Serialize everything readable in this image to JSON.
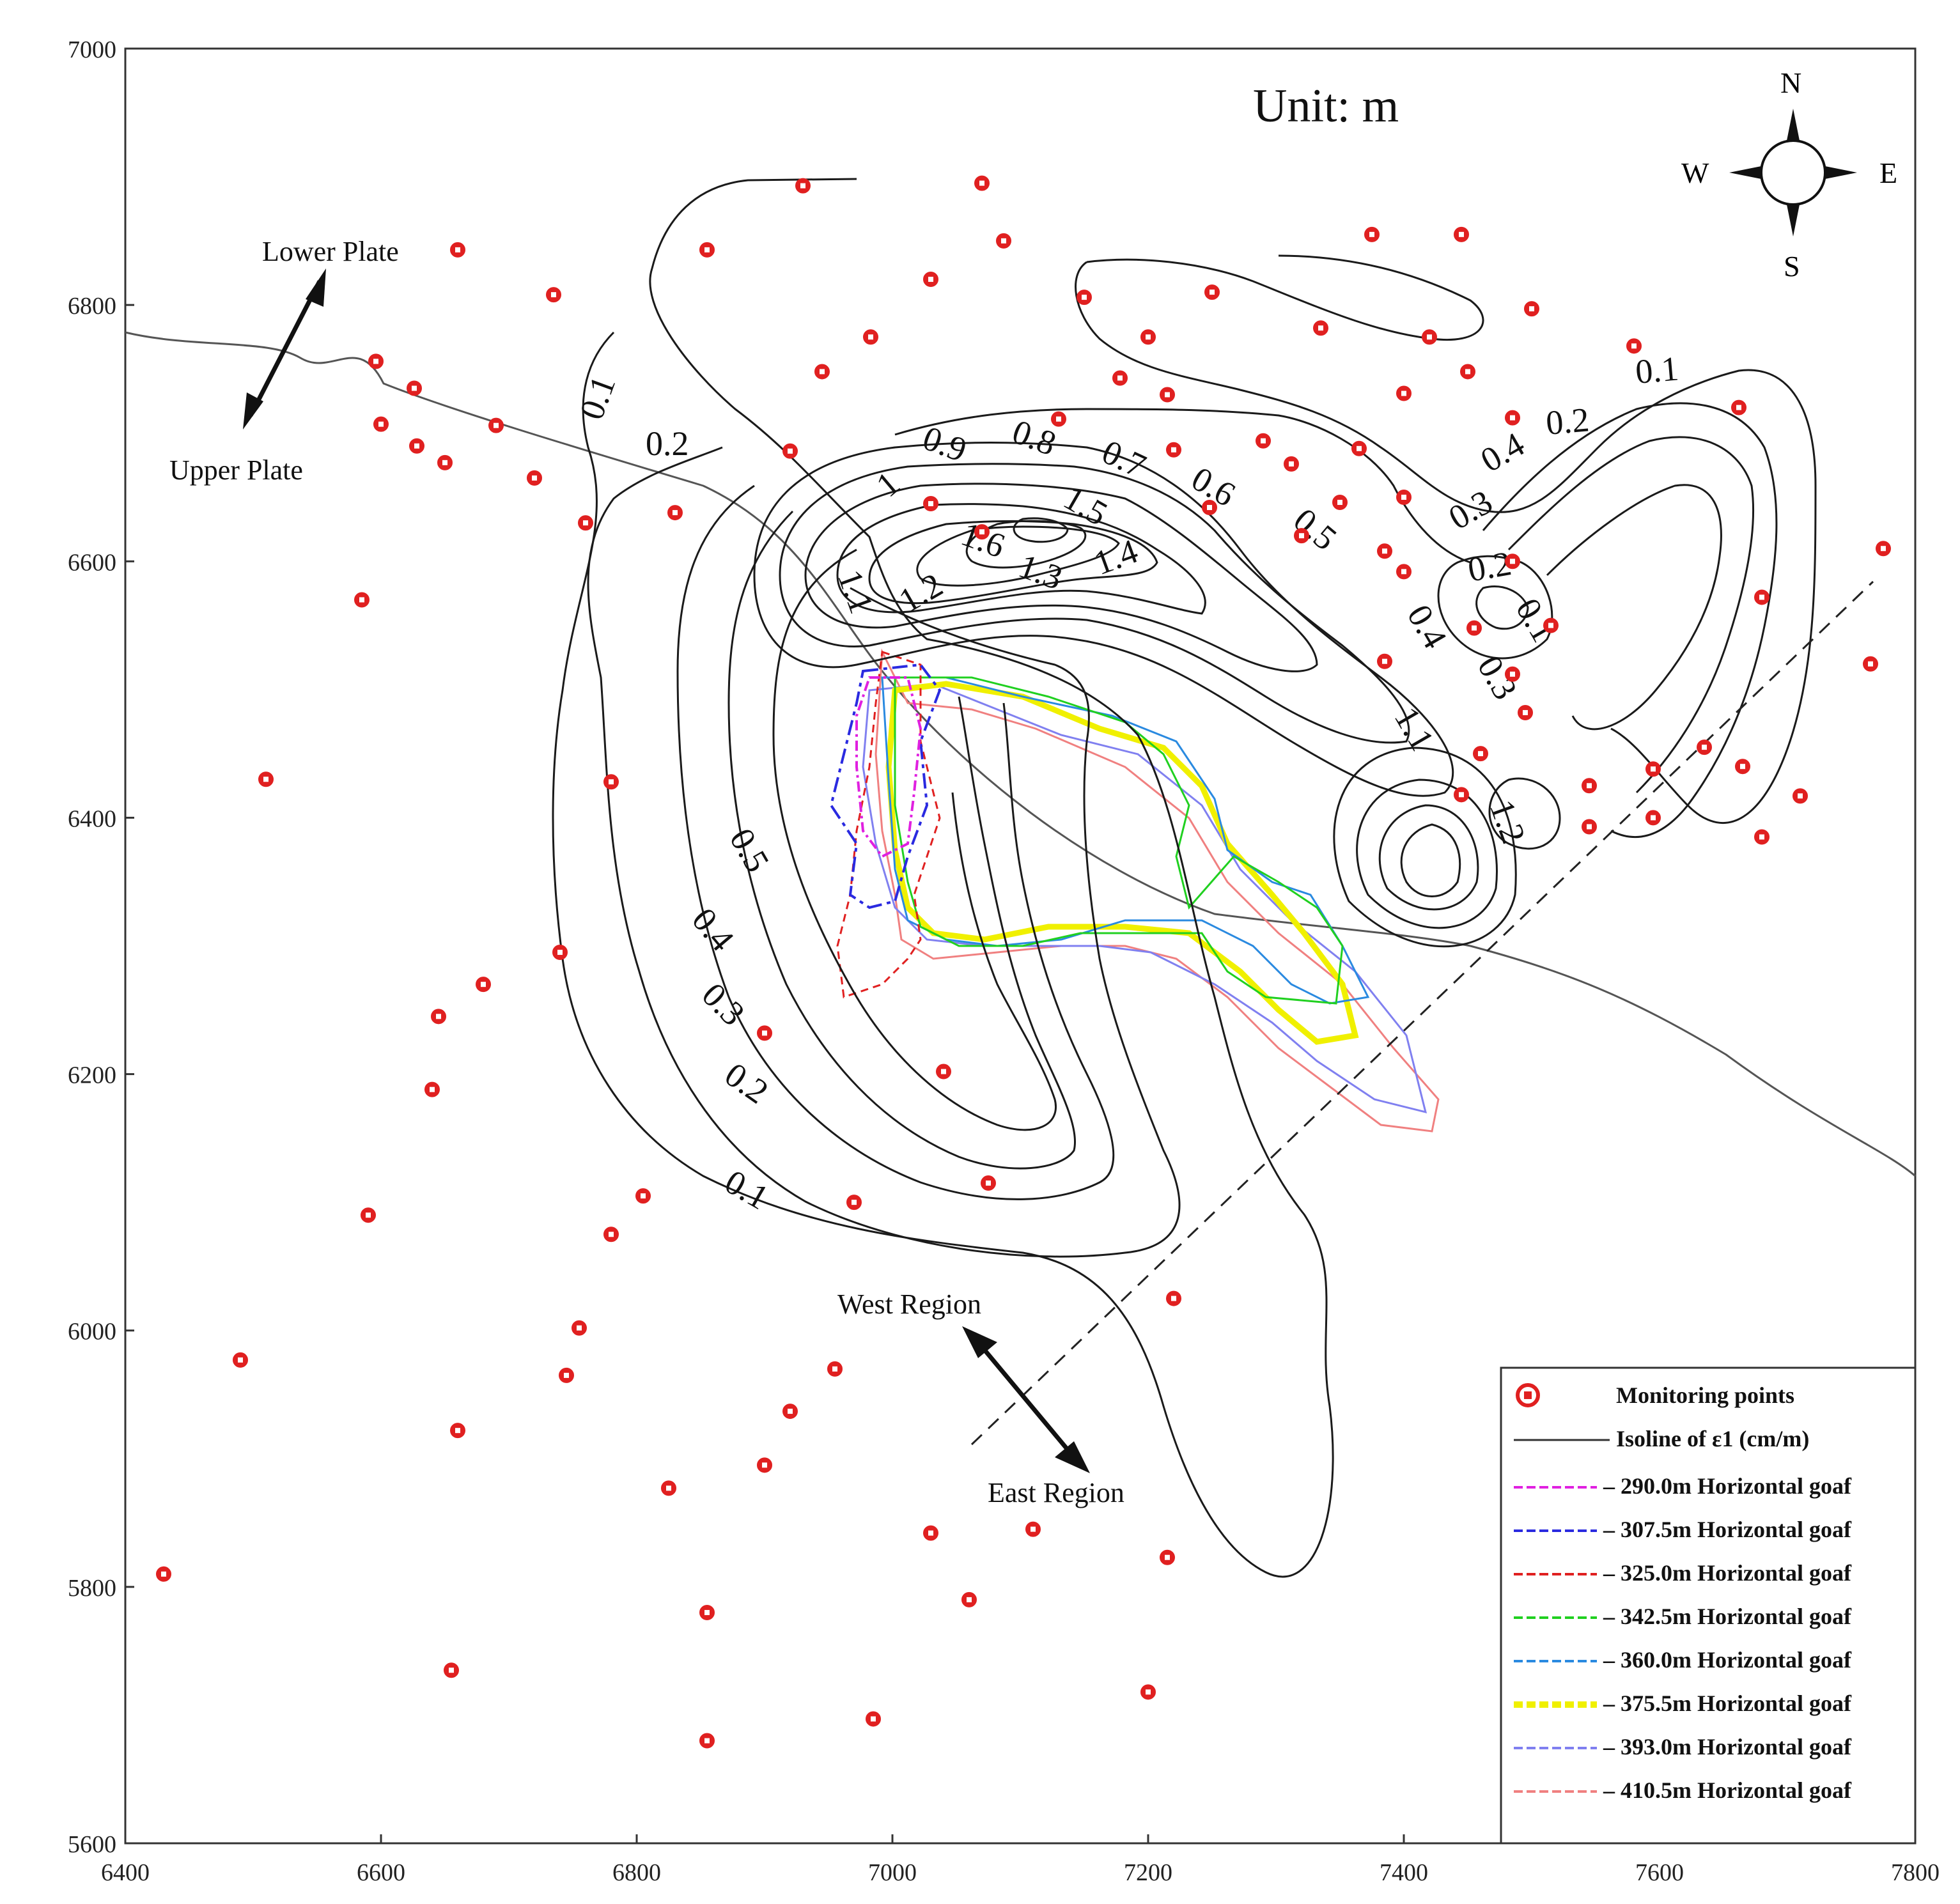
{
  "unit_label": "Unit: m",
  "compass": {
    "n": "N",
    "s": "S",
    "e": "E",
    "w": "W"
  },
  "annotations": {
    "lower_plate": "Lower Plate",
    "upper_plate": "Upper Plate",
    "west_region": "West Region",
    "east_region": "East Region"
  },
  "axes": {
    "x_range": [
      6400,
      7800
    ],
    "y_range": [
      5600,
      7000
    ],
    "x_ticks": [
      "6400",
      "6600",
      "6800",
      "7000",
      "7200",
      "7400",
      "7600",
      "7800"
    ],
    "y_ticks": [
      "7000",
      "6800",
      "6600",
      "6400",
      "6200",
      "6000",
      "5800",
      "5600"
    ]
  },
  "colors": {
    "monitoring_point": "#e02020",
    "isoline": "#1a1a1a",
    "boundary": "#555555"
  },
  "legend": {
    "items": [
      {
        "label": "Monitoring points",
        "color": "#e02020",
        "kind": "point"
      },
      {
        "label": "Isoline of ε1 (cm/m)",
        "color": "#333333",
        "kind": "line"
      },
      {
        "label": "– 290.0m Horizontal goaf",
        "color": "#e020e0",
        "kind": "goaf"
      },
      {
        "label": "– 307.5m Horizontal goaf",
        "color": "#2a2ae0",
        "kind": "goaf"
      },
      {
        "label": "– 325.0m Horizontal goaf",
        "color": "#e02020",
        "kind": "goaf"
      },
      {
        "label": "– 342.5m Horizontal goaf",
        "color": "#20d020",
        "kind": "goaf"
      },
      {
        "label": "– 360.0m Horizontal goaf",
        "color": "#2a8ae0",
        "kind": "goaf"
      },
      {
        "label": "– 375.5m Horizontal goaf",
        "color": "#f0f000",
        "kind": "goaf"
      },
      {
        "label": "– 393.0m Horizontal goaf",
        "color": "#8080f0",
        "kind": "goaf"
      },
      {
        "label": "– 410.5m Horizontal goaf",
        "color": "#f08080",
        "kind": "goaf"
      }
    ]
  },
  "contour_labels": [
    "0.1",
    "0.2",
    "0.9",
    "0.8",
    "0.7",
    "0.6",
    "0.5",
    "0.4",
    "0.3",
    "0.2",
    "0.1",
    "1",
    "1.5",
    "1.6",
    "1.3",
    "1.4",
    "1.1",
    "1.2",
    "0.2",
    "0.1",
    "0.4",
    "0.3",
    "1.1",
    "1.2",
    "0.5",
    "0.4",
    "0.3",
    "0.2",
    "0.1"
  ],
  "monitoring_points": [
    [
      6930,
      6893
    ],
    [
      7070,
      6895
    ],
    [
      6660,
      6843
    ],
    [
      6855,
      6843
    ],
    [
      7087,
      6850
    ],
    [
      7375,
      6855
    ],
    [
      7445,
      6855
    ],
    [
      6735,
      6808
    ],
    [
      7030,
      6820
    ],
    [
      7150,
      6806
    ],
    [
      7250,
      6810
    ],
    [
      7500,
      6797
    ],
    [
      6596,
      6756
    ],
    [
      6626,
      6735
    ],
    [
      6945,
      6748
    ],
    [
      6983,
      6775
    ],
    [
      7200,
      6775
    ],
    [
      7335,
      6782
    ],
    [
      7420,
      6775
    ],
    [
      7450,
      6748
    ],
    [
      7580,
      6768
    ],
    [
      6600,
      6707
    ],
    [
      6628,
      6690
    ],
    [
      6690,
      6706
    ],
    [
      6650,
      6677
    ],
    [
      7130,
      6711
    ],
    [
      7178,
      6743
    ],
    [
      7215,
      6730
    ],
    [
      7400,
      6731
    ],
    [
      7485,
      6712
    ],
    [
      7662,
      6720
    ],
    [
      6720,
      6665
    ],
    [
      6920,
      6686
    ],
    [
      7220,
      6687
    ],
    [
      7290,
      6694
    ],
    [
      7312,
      6676
    ],
    [
      7365,
      6688
    ],
    [
      7350,
      6646
    ],
    [
      7400,
      6650
    ],
    [
      6760,
      6630
    ],
    [
      6830,
      6638
    ],
    [
      7030,
      6645
    ],
    [
      7070,
      6623
    ],
    [
      7248,
      6642
    ],
    [
      7320,
      6620
    ],
    [
      7385,
      6608
    ],
    [
      7400,
      6592
    ],
    [
      7485,
      6600
    ],
    [
      6585,
      6570
    ],
    [
      7455,
      6548
    ],
    [
      7515,
      6550
    ],
    [
      7680,
      6572
    ],
    [
      7775,
      6610
    ],
    [
      7385,
      6522
    ],
    [
      7485,
      6512
    ],
    [
      7495,
      6482
    ],
    [
      7765,
      6520
    ],
    [
      6510,
      6430
    ],
    [
      6780,
      6428
    ],
    [
      7460,
      6450
    ],
    [
      7545,
      6425
    ],
    [
      7635,
      6455
    ],
    [
      7665,
      6440
    ],
    [
      7595,
      6438
    ],
    [
      7710,
      6417
    ],
    [
      7445,
      6418
    ],
    [
      7545,
      6393
    ],
    [
      7595,
      6400
    ],
    [
      7680,
      6385
    ],
    [
      6740,
      6295
    ],
    [
      6680,
      6270
    ],
    [
      6645,
      6245
    ],
    [
      6900,
      6232
    ],
    [
      7040,
      6202
    ],
    [
      6640,
      6188
    ],
    [
      6590,
      6090
    ],
    [
      6805,
      6105
    ],
    [
      6970,
      6100
    ],
    [
      7075,
      6115
    ],
    [
      6780,
      6075
    ],
    [
      6755,
      6002
    ],
    [
      7220,
      6025
    ],
    [
      6490,
      5977
    ],
    [
      6745,
      5965
    ],
    [
      6955,
      5970
    ],
    [
      6920,
      5937
    ],
    [
      6660,
      5922
    ],
    [
      6900,
      5895
    ],
    [
      6825,
      5877
    ],
    [
      7030,
      5842
    ],
    [
      7110,
      5845
    ],
    [
      7215,
      5823
    ],
    [
      6430,
      5810
    ],
    [
      6855,
      5780
    ],
    [
      7060,
      5790
    ],
    [
      6655,
      5735
    ],
    [
      7200,
      5718
    ],
    [
      6985,
      5697
    ],
    [
      6855,
      5680
    ]
  ]
}
